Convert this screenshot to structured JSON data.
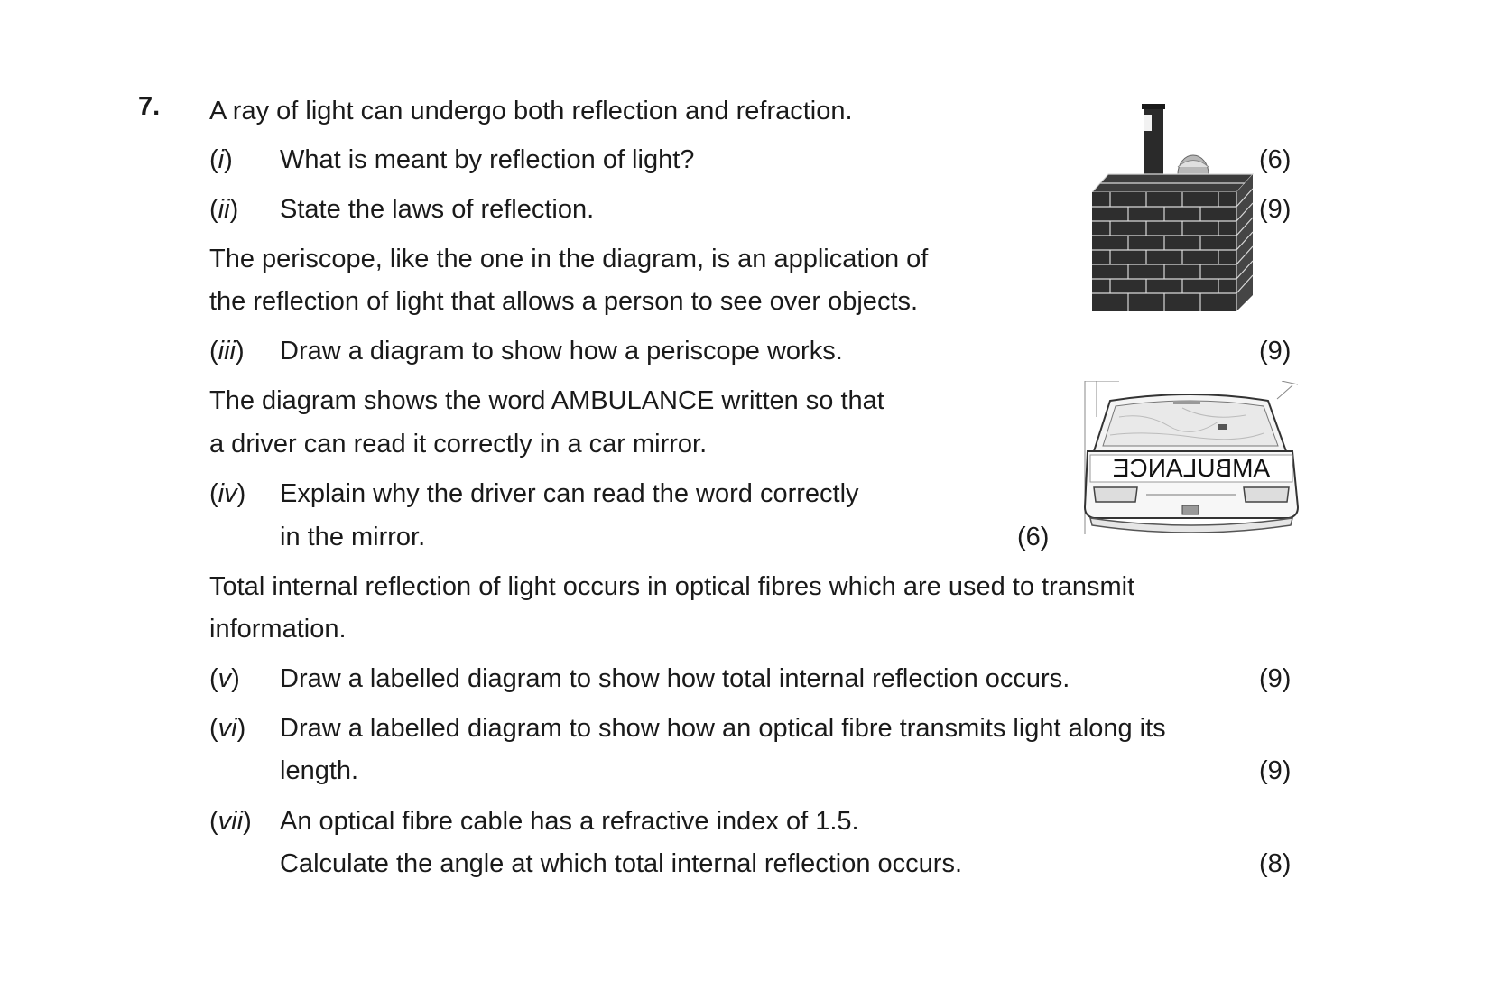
{
  "question": {
    "number": "7.",
    "intro": "A ray of light can undergo both reflection and refraction.",
    "parts": [
      {
        "pre": "(",
        "roman": "i",
        "post": ")",
        "text": "What is meant by reflection of light?",
        "marks": "(6)"
      },
      {
        "pre": "(",
        "roman": "ii",
        "post": ")",
        "text": "State the laws of reflection.",
        "marks": "(9)"
      },
      {
        "pre": "(",
        "roman": "iii",
        "post": ")",
        "text": "Draw a diagram to show how a periscope works.",
        "marks": "(9)"
      },
      {
        "pre": "(",
        "roman": "iv",
        "post": ")",
        "text_line1": "Explain why the driver can read the word correctly",
        "text_line2": "in the mirror.",
        "marks": "(6)"
      },
      {
        "pre": "(",
        "roman": "v",
        "post": ")",
        "text": "Draw a labelled diagram to show how total internal reflection occurs.",
        "marks": "(9)"
      },
      {
        "pre": "(",
        "roman": "vi",
        "post": ")",
        "text_line1": "Draw a labelled diagram to show how an optical fibre transmits light along its",
        "text_line2": "length.",
        "marks": "(9)"
      },
      {
        "pre": "(",
        "roman": "vii",
        "post": ")",
        "text_line1": "An optical fibre cable has a refractive index of 1.5.",
        "text_line2": "Calculate the angle at which total internal reflection occurs.",
        "marks": "(8)"
      }
    ],
    "periscope_para": {
      "line1": "The periscope, like the one in the diagram, is an application of",
      "line2": "the reflection of light that allows a person to see over objects."
    },
    "ambulance_para": {
      "line1": "The diagram shows the word AMBULANCE written so that",
      "line2": "a driver can read it correctly in a car mirror."
    },
    "tir_para": {
      "line1": "Total internal reflection of light occurs in optical fibres which are used to transmit",
      "line2": "information."
    },
    "ambulance_image_text": "AMBULANCE"
  }
}
